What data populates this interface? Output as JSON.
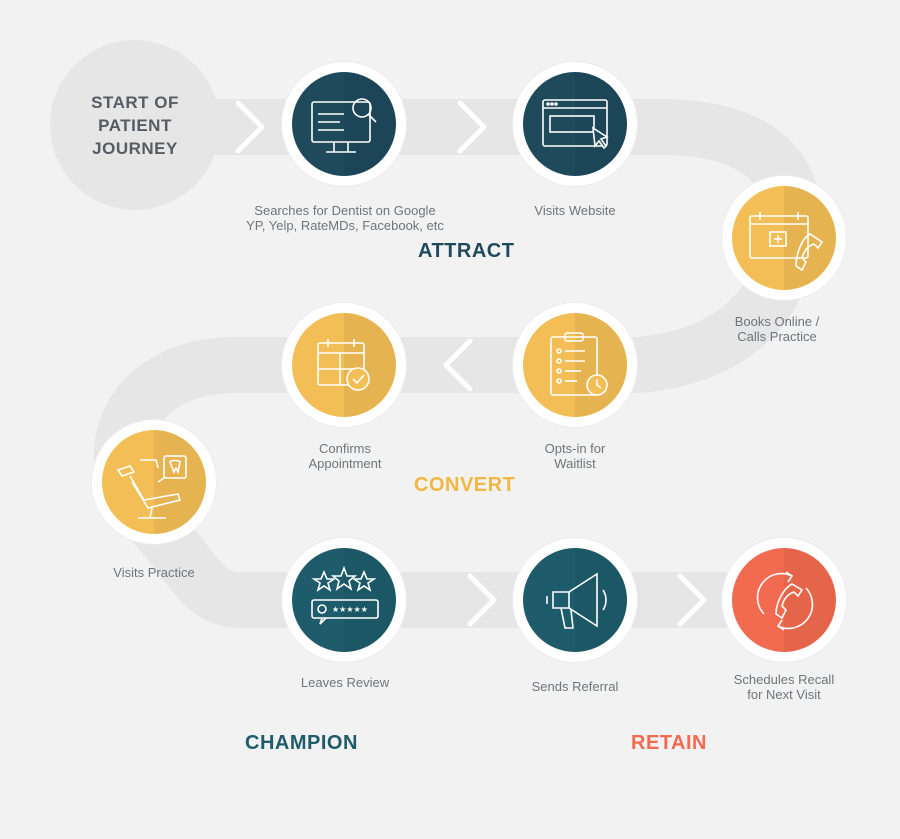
{
  "start": {
    "label": "START OF\nPATIENT\nJOURNEY"
  },
  "stages": {
    "attract": {
      "label": "ATTRACT",
      "color": "#1e4a5c"
    },
    "convert": {
      "label": "CONVERT",
      "color": "#f2b743"
    },
    "champion": {
      "label": "CHAMPION",
      "color": "#1e5c6b"
    },
    "retain": {
      "label": "RETAIN",
      "color": "#f26b50"
    }
  },
  "steps": [
    {
      "label": "Searches for Dentist on Google\nYP, Yelp, RateMDs, Facebook, etc",
      "icon": "monitor-search-icon",
      "color": "#1e4a5c"
    },
    {
      "label": "Visits Website",
      "icon": "browser-cursor-icon",
      "color": "#1e4a5c"
    },
    {
      "label": "Books Online /\nCalls Practice",
      "icon": "calendar-phone-icon",
      "color": "#f2be55"
    },
    {
      "label": "Opts-in for\nWaitlist",
      "icon": "clipboard-clock-icon",
      "color": "#f2be55"
    },
    {
      "label": "Confirms\nAppointment",
      "icon": "calendar-check-icon",
      "color": "#f2be55"
    },
    {
      "label": "Visits Practice",
      "icon": "dental-chair-icon",
      "color": "#f2be55"
    },
    {
      "label": "Leaves Review",
      "icon": "stars-review-icon",
      "color": "#1e5c6b"
    },
    {
      "label": "Sends Referral",
      "icon": "megaphone-icon",
      "color": "#1e5c6b"
    },
    {
      "label": "Schedules Recall\nfor Next Visit",
      "icon": "phone-recall-icon",
      "color": "#f26b50"
    }
  ]
}
